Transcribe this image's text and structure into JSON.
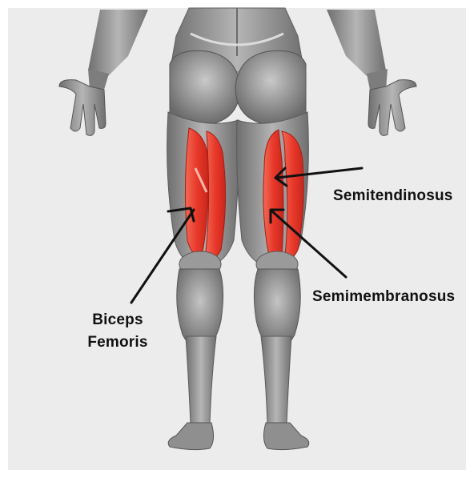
{
  "labels": {
    "semitendinosus": "Semitendinosus",
    "semimembranosus": "Semimembranosus",
    "biceps_femoris_line1": "Biceps",
    "biceps_femoris_line2": "Femoris"
  },
  "colors": {
    "background": "#ececec",
    "body_gray": "#8a8a8a",
    "highlight_muscle": "#e8392a",
    "arrow": "#111111"
  }
}
